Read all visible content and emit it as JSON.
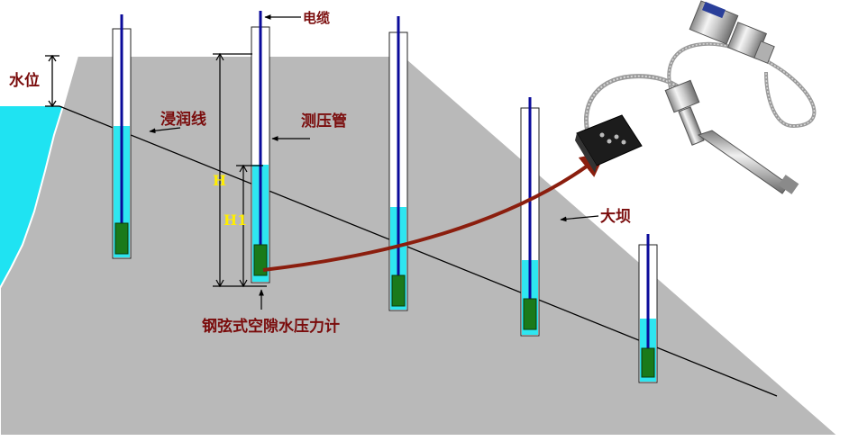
{
  "labels": {
    "water_level": "水位",
    "cable": "电缆",
    "phreatic_line": "浸润线",
    "piezometer_tube": "测压管",
    "dam": "大坝",
    "sensor_name": "钢弦式空隙水压力计",
    "h": "H",
    "h1": "H1"
  },
  "colors": {
    "dam": "#b9b9b9",
    "water": "#1fe3f2",
    "tube_water": "#2ee6f0",
    "sensor": "#1a7a1a",
    "cable": "#0a0a9a",
    "arrow": "#8b1e0e",
    "label_text": "#7a0c0c",
    "height_text": "#ffee00"
  },
  "icons": {
    "sensor_device": "pressure-transducer-device-icon",
    "junction_box": "junction-box-icon"
  }
}
